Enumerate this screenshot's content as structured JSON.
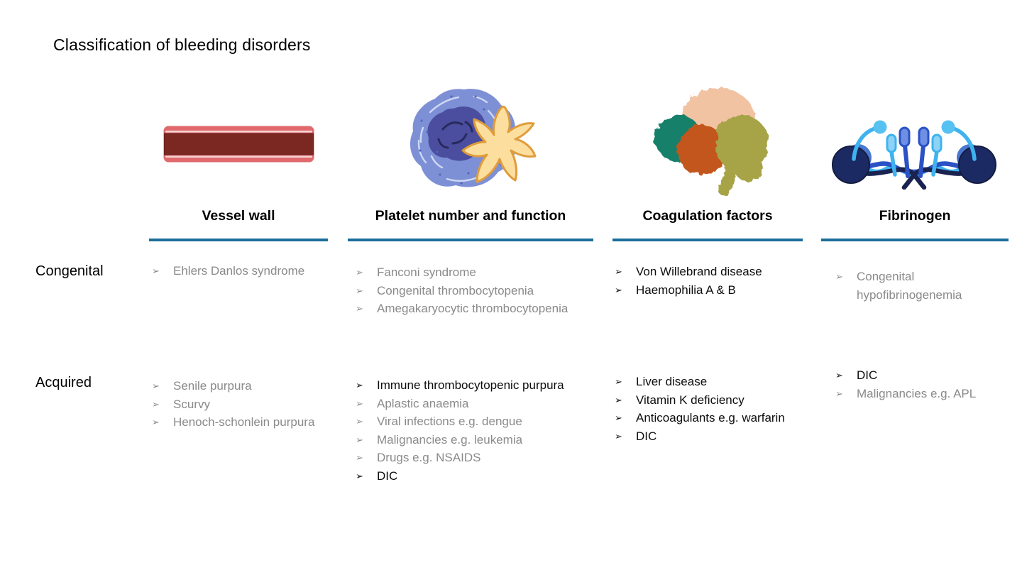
{
  "title": "Classification of bleeding disorders",
  "bullet": "➢",
  "row_labels": {
    "congenital": "Congenital",
    "acquired": "Acquired"
  },
  "colors": {
    "underline": "#1b6e99",
    "muted_text": "#8a8a8a",
    "strong_text": "#0d0d0d",
    "vessel_outer": "#e0696d",
    "vessel_core": "#7b2823",
    "cell_body": "#7e90d5",
    "cell_nucleus": "#4b4e9e",
    "platelet_fill": "#fcdf9e",
    "platelet_outline": "#e09c3b",
    "protein_peach": "#f1c3a3",
    "protein_teal": "#17806a",
    "protein_orange": "#c3571b",
    "protein_olive": "#a6a447",
    "fibrinogen_navy": "#1c2a63",
    "fibrinogen_royal": "#2b52c5",
    "fibrinogen_light": "#3eb3ef"
  },
  "columns": [
    {
      "header": "Vessel wall",
      "icon": "blood-vessel-icon",
      "congenital": [
        {
          "text": "Ehlers Danlos syndrome",
          "strong": false
        }
      ],
      "acquired": [
        {
          "text": "Senile purpura",
          "strong": false
        },
        {
          "text": "Scurvy",
          "strong": false
        },
        {
          "text": "Henoch-schonlein purpura",
          "strong": false
        }
      ]
    },
    {
      "header": "Platelet number and function",
      "icon": "megakaryocyte-platelet-icon",
      "congenital": [
        {
          "text": "Fanconi syndrome",
          "strong": false
        },
        {
          "text": "Congenital thrombocytopenia",
          "strong": false
        },
        {
          "text": "Amegakaryocytic thrombocytopenia",
          "strong": false
        }
      ],
      "acquired": [
        {
          "text": "Immune thrombocytopenic purpura",
          "strong": true
        },
        {
          "text": "Aplastic anaemia",
          "strong": false
        },
        {
          "text": "Viral infections e.g. dengue",
          "strong": false
        },
        {
          "text": "Malignancies e.g. leukemia",
          "strong": false
        },
        {
          "text": "Drugs e.g. NSAIDS",
          "strong": false
        },
        {
          "text": "DIC",
          "strong": true
        }
      ]
    },
    {
      "header": "Coagulation factors",
      "icon": "coagulation-protein-icon",
      "congenital": [
        {
          "text": "Von Willebrand disease",
          "strong": true
        },
        {
          "text": "Haemophilia A & B",
          "strong": true
        }
      ],
      "acquired": [
        {
          "text": "Liver disease",
          "strong": true
        },
        {
          "text": "Vitamin K deficiency",
          "strong": true
        },
        {
          "text": "Anticoagulants e.g. warfarin",
          "strong": true
        },
        {
          "text": "DIC",
          "strong": true
        }
      ]
    },
    {
      "header": "Fibrinogen",
      "icon": "fibrinogen-molecule-icon",
      "congenital": [
        {
          "text": "Congenital hypofibrinogenemia",
          "strong": false
        }
      ],
      "acquired": [
        {
          "text": "DIC",
          "strong": true
        },
        {
          "text": "Malignancies e.g. APL",
          "strong": false
        }
      ]
    }
  ]
}
